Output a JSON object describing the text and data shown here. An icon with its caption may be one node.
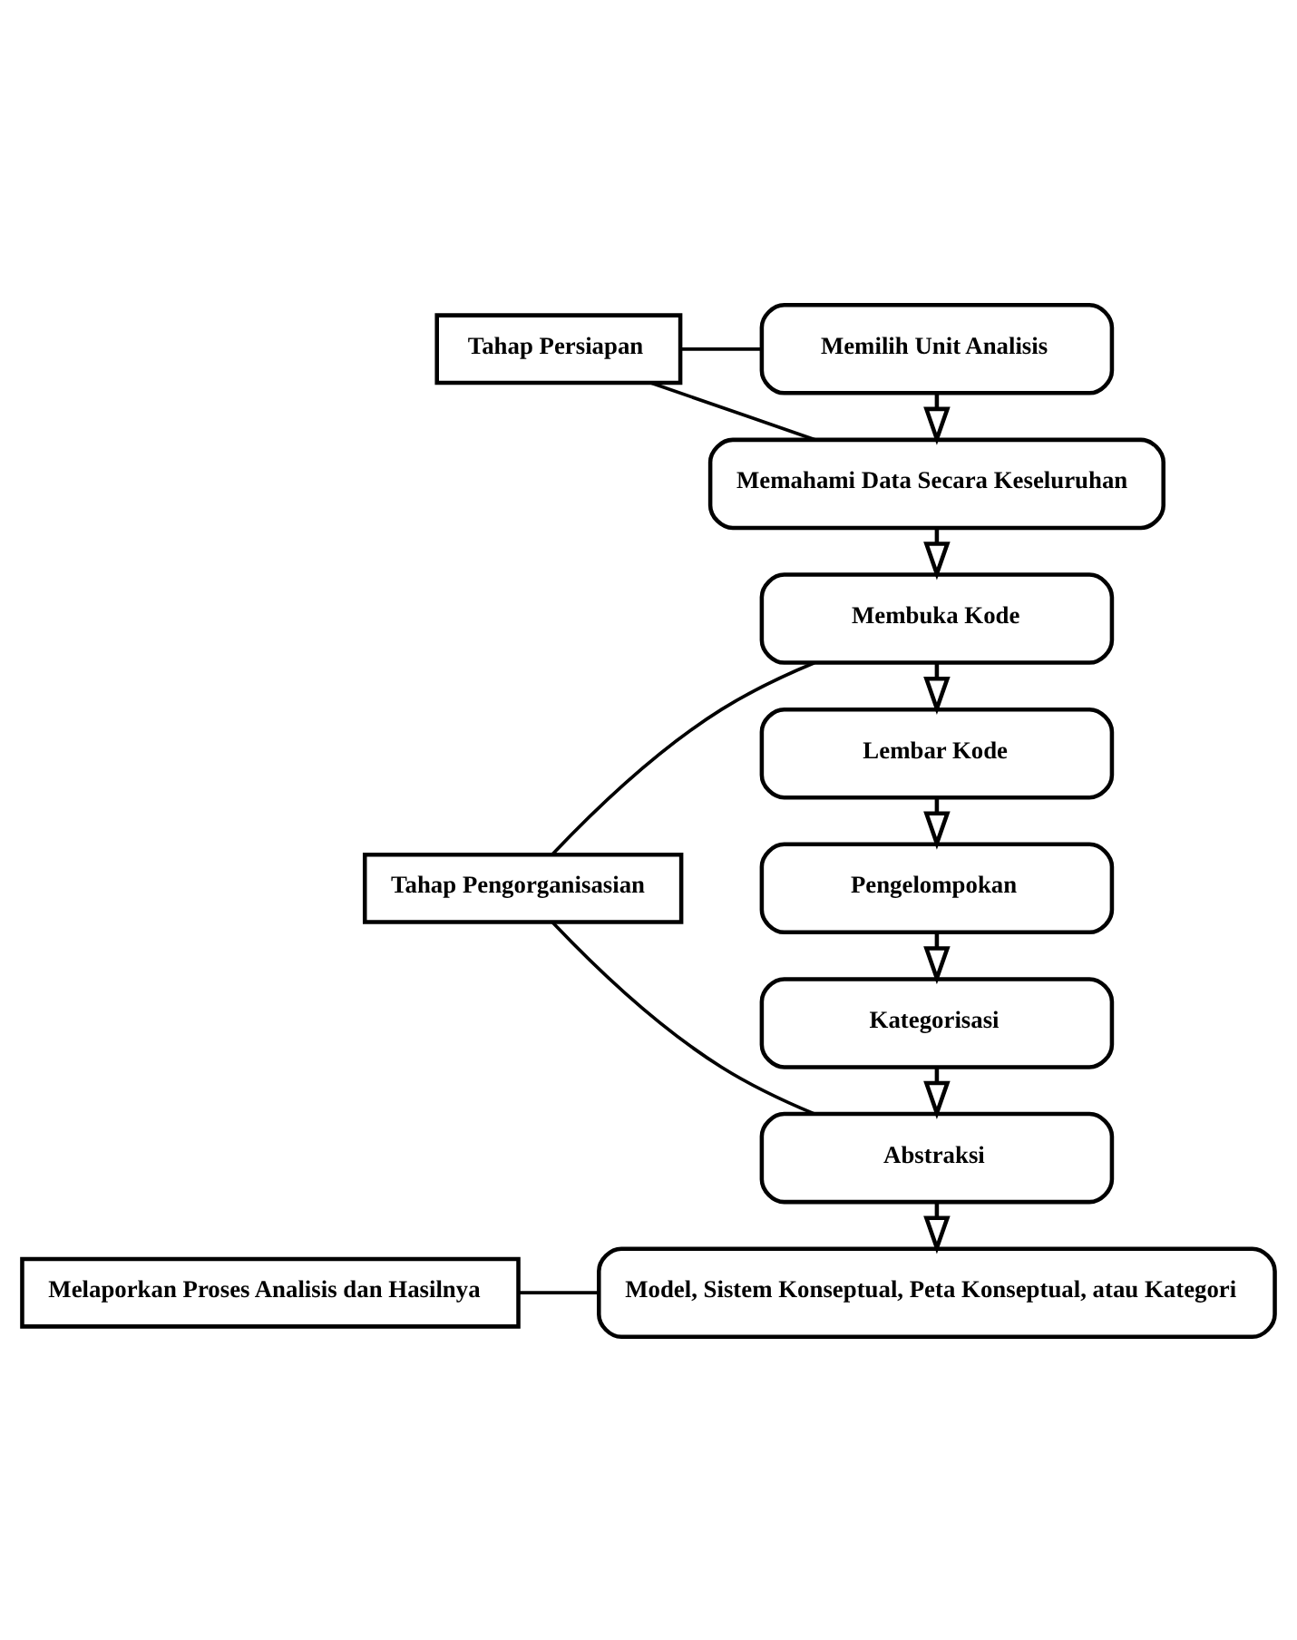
{
  "diagram": {
    "nodes": [
      {
        "text": [
          "Tahap Persiapan"
        ]
      },
      {
        "text": [
          "Memilih Unit Analisis"
        ]
      },
      {
        "text": [
          "Memahami Data Secara Keseluruhan"
        ]
      },
      {
        "text": [
          "Tahap Pengorganisasian"
        ]
      },
      {
        "text": [
          "Membuka Kode"
        ]
      },
      {
        "text": [
          "Lembar Kode"
        ]
      },
      {
        "text": [
          "Pengelompokan"
        ]
      },
      {
        "text": [
          "Kategorisasi"
        ]
      },
      {
        "text": [
          "Abstraksi"
        ]
      },
      {
        "text": [
          "Melaporkan Proses Analisis dan Hasilnya"
        ]
      },
      {
        "text": [
          "Model, Sistem Konseptual, Peta Konseptual, atau Kategori"
        ]
      }
    ],
    "edges": [
      {
        "from": 0,
        "to": 1,
        "arrow": "none"
      },
      {
        "from": 0,
        "to": 2,
        "arrow": "none"
      },
      {
        "from": 1,
        "to": 2,
        "arrow": "to"
      },
      {
        "from": 2,
        "to": 4,
        "arrow": "to"
      },
      {
        "from": 3,
        "to": 4,
        "arrow": "none"
      },
      {
        "from": 3,
        "to": 8,
        "arrow": "none"
      },
      {
        "from": 4,
        "to": 5,
        "arrow": "to"
      },
      {
        "from": 5,
        "to": 6,
        "arrow": "to"
      },
      {
        "from": 6,
        "to": 7,
        "arrow": "to"
      },
      {
        "from": 7,
        "to": 8,
        "arrow": "to"
      },
      {
        "from": 8,
        "to": 10,
        "arrow": "to"
      },
      {
        "from": 9,
        "to": 10,
        "arrow": "none"
      }
    ]
  }
}
